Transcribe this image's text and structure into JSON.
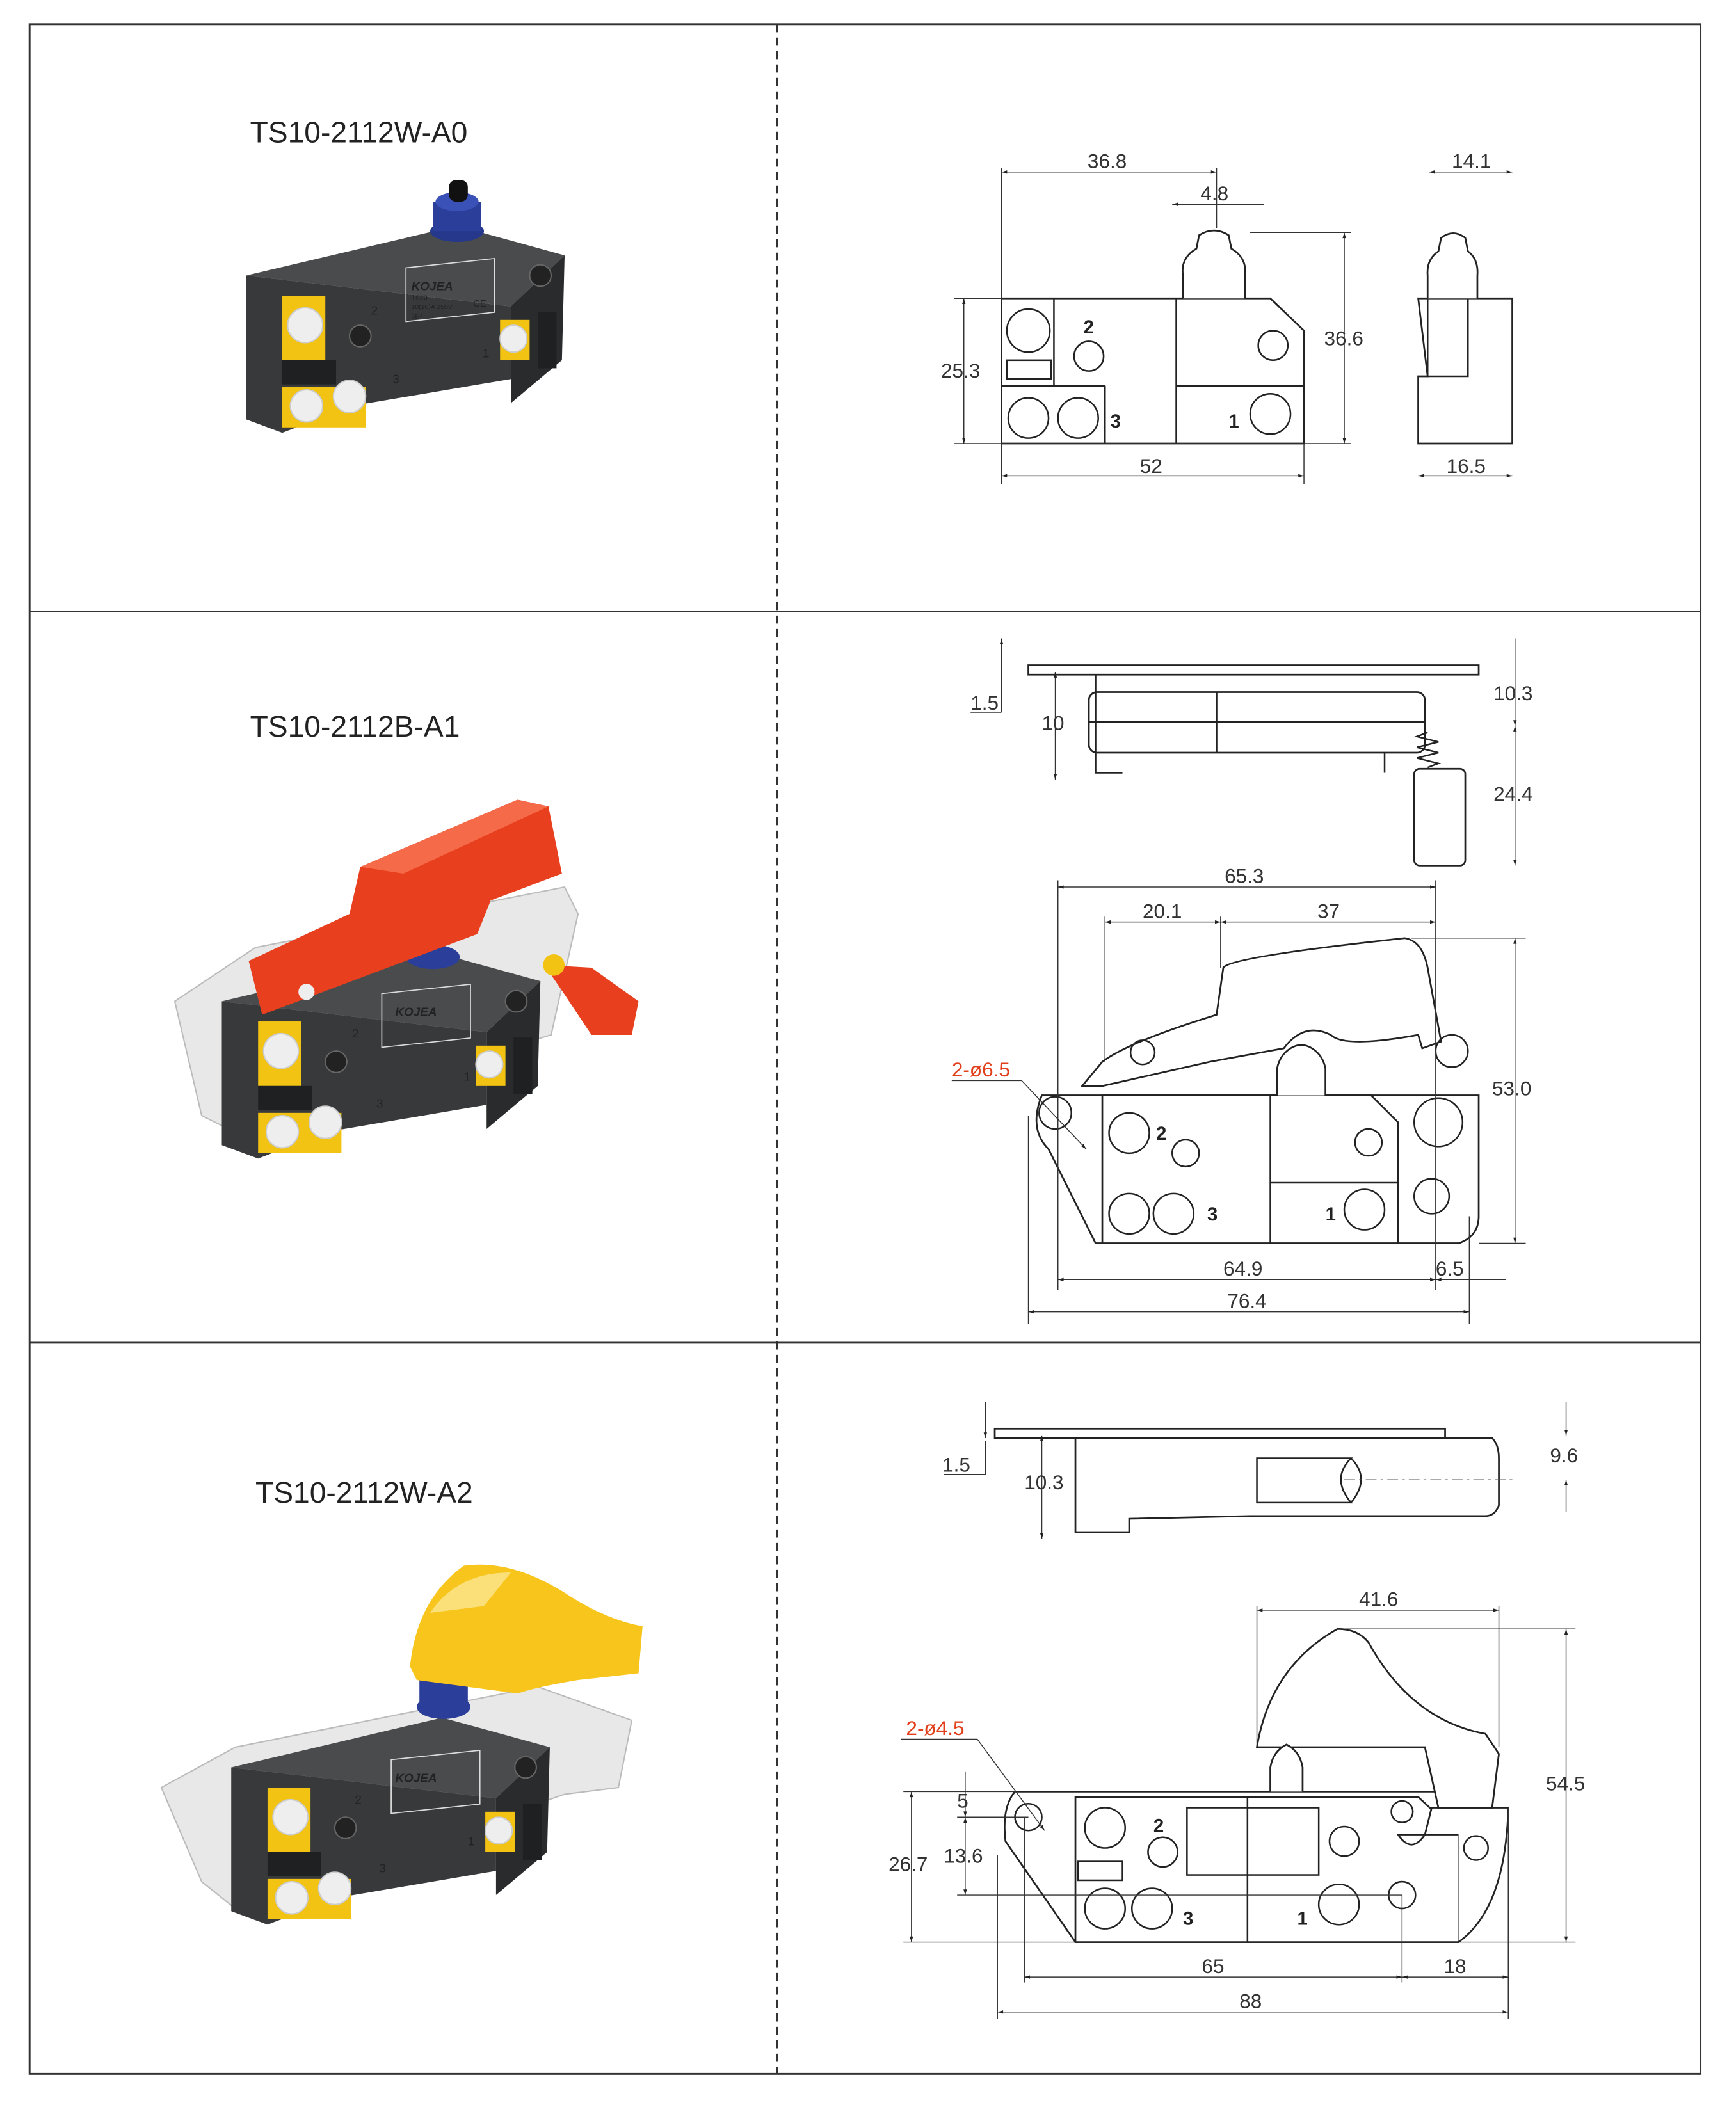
{
  "products": [
    {
      "model": "TS10-2112W-A0"
    },
    {
      "model": "TS10-2112B-A1"
    },
    {
      "model": "TS10-2112W-A2"
    }
  ],
  "photo_label": {
    "brand": "KOJEA",
    "line1": "TS10",
    "line2": "10(10)A 250V~",
    "line3": "5E4",
    "marks": "CE"
  },
  "terminals": {
    "t1": "1",
    "t2": "2",
    "t3": "3"
  },
  "drawings": [
    {
      "dims": {
        "width_top": "36.8",
        "plunger": "4.8",
        "height": "36.6",
        "body_height": "25.3",
        "length": "52",
        "side_top": "14.1",
        "side_bottom": "16.5"
      }
    },
    {
      "dims": {
        "plate": "1.5",
        "body": "10",
        "top": "10.3",
        "knob": "24.4",
        "overall_top": "65.3",
        "pivot": "20.1",
        "trigger": "37",
        "height": "53.0",
        "hole_span": "64.9",
        "hole_offset": "6.5",
        "overall": "76.4"
      },
      "holes": "2-ø6.5"
    },
    {
      "dims": {
        "plate": "1.5",
        "body": "10.3",
        "right": "9.6",
        "trigger": "41.6",
        "height": "54.5",
        "plate_height": "26.7",
        "hole_top": "5",
        "hole_mid": "13.6",
        "hole_span": "65",
        "hole_offset": "18",
        "overall": "88"
      },
      "holes": "2-ø4.5"
    }
  ],
  "colors": {
    "red_label": "#e2401c",
    "body": "#3a3b3d",
    "terminal": "#f2c313",
    "plunger": "#2b3f9a",
    "trigger_red": "#e8401f",
    "trigger_yellow": "#f7c51c"
  }
}
